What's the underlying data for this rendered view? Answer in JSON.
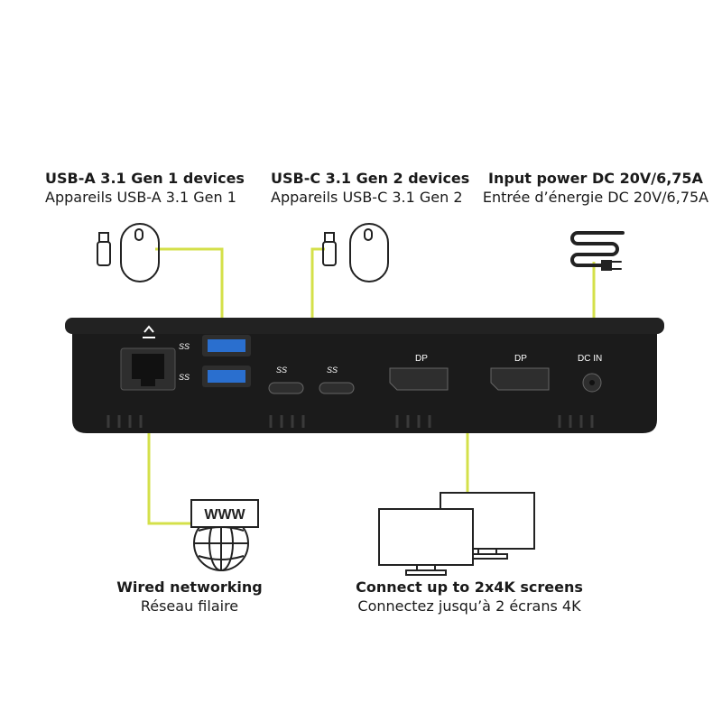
{
  "labels": {
    "usb_a": {
      "title": "USB-A 3.1 Gen 1 devices",
      "subtitle": "Appareils USB-A 3.1 Gen 1"
    },
    "usb_c": {
      "title": "USB-C 3.1 Gen 2 devices",
      "subtitle": "Appareils USB-C 3.1 Gen 2"
    },
    "power": {
      "title": "Input power DC 20V/6,75A",
      "subtitle": "Entrée d’énergie DC 20V/6,75A"
    },
    "network": {
      "title": "Wired networking",
      "subtitle": "Réseau filaire"
    },
    "screens": {
      "title": "Connect up to 2x4K screens",
      "subtitle": "Connectez jusqu’à 2 écrans 4K"
    }
  },
  "device": {
    "usb_logo": "SS",
    "dp_left": "DP",
    "dp_right": "DP",
    "dc_in": "DC IN"
  },
  "www_sign": "WWW",
  "colors": {
    "connector_line": "#d4e04a",
    "body": "#1b1b1b",
    "icon_stroke": "#222222"
  }
}
